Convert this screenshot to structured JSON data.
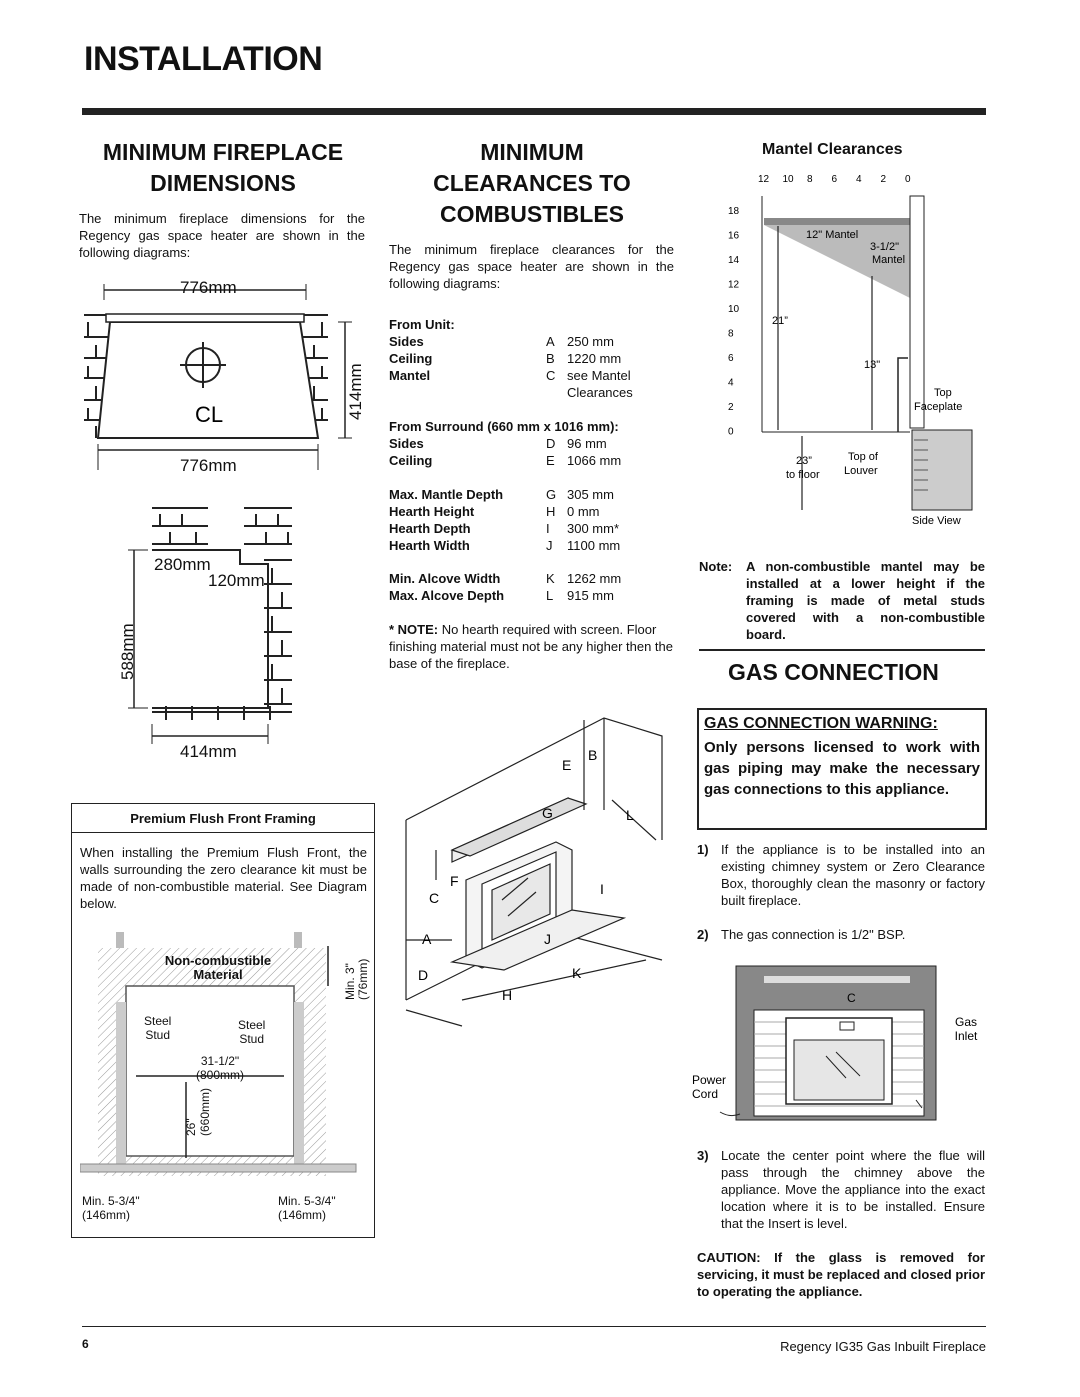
{
  "page": {
    "title": "INSTALLATION",
    "footer_page": "6",
    "footer_title": "Regency IG35 Gas Inbuilt Fireplace"
  },
  "min_dims": {
    "heading_1": "MINIMUM FIREPLACE",
    "heading_2": "DIMENSIONS",
    "text": "The minimum fireplace dimensions for the Regency gas space heater are shown in the following diagrams:",
    "top_width": "776mm",
    "height": "414mm",
    "bottom_width": "776mm",
    "side_depth": "280mm",
    "side_step": "120mm",
    "side_height": "588mm",
    "side_bottom": "414mm",
    "centerline": "CL"
  },
  "flush_front": {
    "title": "Premium Flush Front Framing",
    "text": "When installing the Premium Flush Front, the walls surrounding the zero clearance kit must be made of non-combustible material. See Diagram below.",
    "material_1": "Non-combustible",
    "material_2": "Material",
    "min_top_1": "Min. 3\"",
    "min_top_2": "(76mm)",
    "steel_stud": "Steel",
    "stud": "Stud",
    "width_1": "31-1/2\"",
    "width_2": "(800mm)",
    "height_1": "26\"",
    "height_2": "(660mm)",
    "min_side_1": "Min. 5-3/4\"",
    "min_side_2": "(146mm)"
  },
  "clearances": {
    "heading_1": "MINIMUM",
    "heading_2": "CLEARANCES TO",
    "heading_3": "COMBUSTIBLES",
    "text": "The minimum fireplace clearances for the Regency gas space heater are shown in the following diagrams:",
    "from_unit": "From Unit:",
    "from_surround": "From Surround (660 mm x 1016 mm):",
    "rows_unit": [
      {
        "label": "Sides",
        "key": "A",
        "value": "250 mm"
      },
      {
        "label": "Ceiling",
        "key": "B",
        "value": "1220 mm"
      },
      {
        "label": "Mantel",
        "key": "C",
        "value": "see Mantel"
      }
    ],
    "mantel_cont": "Clearances",
    "rows_surround": [
      {
        "label": "Sides",
        "key": "D",
        "value": "96 mm"
      },
      {
        "label": "Ceiling",
        "key": "E",
        "value": "1066 mm"
      }
    ],
    "rows_hearth": [
      {
        "label": "Max. Mantle Depth",
        "key": "G",
        "value": "305 mm"
      },
      {
        "label": "Hearth Height",
        "key": "H",
        "value": "0 mm"
      },
      {
        "label": "Hearth Depth",
        "key": "I",
        "value": "300 mm*"
      },
      {
        "label": "Hearth Width",
        "key": "J",
        "value": "1100 mm"
      }
    ],
    "rows_alcove": [
      {
        "label": "Min. Alcove Width",
        "key": "K",
        "value": "1262 mm"
      },
      {
        "label": "Max. Alcove Depth",
        "key": "L",
        "value": "915 mm"
      }
    ],
    "note_lead": "* NOTE:",
    "note_text": " No hearth required with screen. Floor finishing material must not be any higher then the base of the fireplace.",
    "diagram_letters": [
      "A",
      "B",
      "C",
      "D",
      "E",
      "F",
      "G",
      "H",
      "I",
      "J",
      "K",
      "L"
    ]
  },
  "mantel": {
    "title": "Mantel Clearances",
    "x_ticks": [
      "12",
      "10",
      "8",
      "6",
      "4",
      "2",
      "0"
    ],
    "y_ticks": [
      "18",
      "16",
      "14",
      "12",
      "10",
      "8",
      "6",
      "4",
      "2",
      "0"
    ],
    "label_12": "12\" Mantel",
    "label_312a": "3-1/2\"",
    "label_312b": "Mantel",
    "label_21": "21”",
    "label_13": "13\"",
    "label_top": "Top",
    "label_faceplate": "Faceplate",
    "label_23": "23”",
    "label_tofloor": "to floor",
    "label_topof": "Top of",
    "label_louver": "Louver",
    "label_side": "Side View",
    "note_lead": "Note:",
    "note_text": "A non-combustible mantel may be installed at a lower height if the framing is made of metal studs covered with a non-combustible board."
  },
  "gas": {
    "heading": "GAS CONNECTION",
    "warn_title": "GAS CONNECTION WARNING:",
    "warn_text": "Only persons licensed to work with gas piping may make the necessary gas connections to this appliance.",
    "steps": [
      {
        "num": "1)",
        "text": "If the appliance is to be installed into an existing chimney system or Zero Clearance Box, thoroughly clean the masonry or factory built fireplace."
      },
      {
        "num": "2)",
        "text": "The gas connection is 1/2\" BSP."
      },
      {
        "num": "3)",
        "text": "Locate the center point where the flue will pass through the chimney above the appliance. Move the appliance into the exact location where it is to be installed. Ensure that the Insert is level."
      }
    ],
    "diagram_gas_1": "Gas",
    "diagram_gas_2": "Inlet",
    "diagram_power_1": "Power",
    "diagram_power_2": "Cord",
    "caution": "CAUTION: If the glass is removed for servicing, it must be replaced and closed prior to operating the appliance."
  }
}
